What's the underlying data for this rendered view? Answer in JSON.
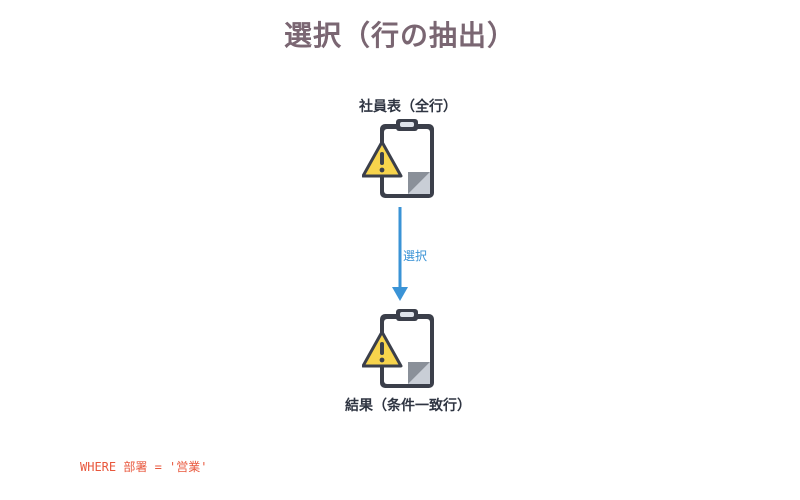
{
  "title": "選択（行の抽出）",
  "nodes": {
    "source": {
      "label": "社員表（全行）",
      "icon": "clipboard-warning-icon"
    },
    "result": {
      "label": "結果（条件一致行）",
      "icon": "clipboard-warning-icon"
    }
  },
  "edge": {
    "label": "選択",
    "color": "#3a93d6"
  },
  "condition": "WHERE 部署 = '営業'",
  "colors": {
    "title": "#7a6672",
    "arrow": "#3a93d6",
    "condition": "#e8573c",
    "warning": "#f7d44c"
  }
}
